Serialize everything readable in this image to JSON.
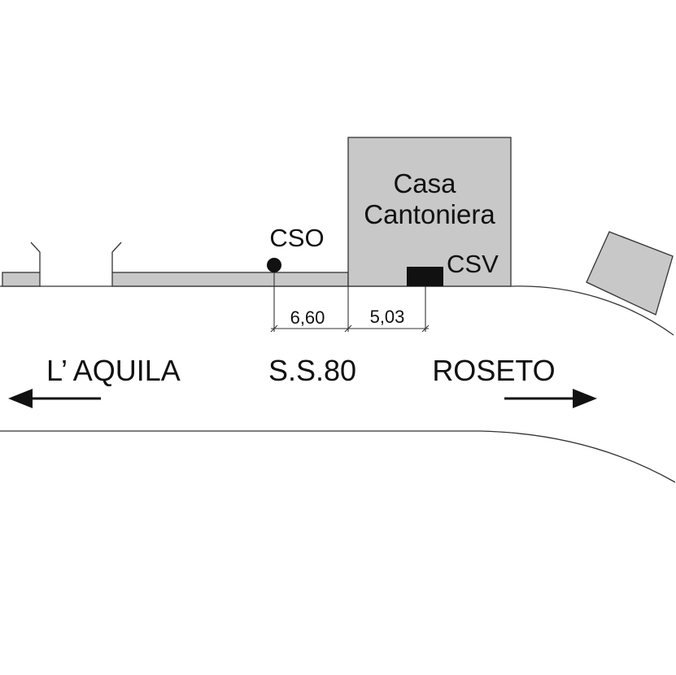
{
  "building": {
    "name_line1": "Casa",
    "name_line2": "Cantoniera",
    "fill_color": "#c8c8c8"
  },
  "markers": {
    "cso_label": "CSO",
    "csv_label": "CSV"
  },
  "dimensions": {
    "dim_1": "6,60",
    "dim_2": "5,03"
  },
  "road": {
    "name": "S.S.80",
    "direction_left": "L’ AQUILA",
    "direction_right": "ROSETO",
    "arrow_left_icon": "arrow-left-icon",
    "arrow_right_icon": "arrow-right-icon"
  },
  "colors": {
    "wall": "#c8c8c8",
    "outline": "#333333",
    "marker": "#111111"
  }
}
